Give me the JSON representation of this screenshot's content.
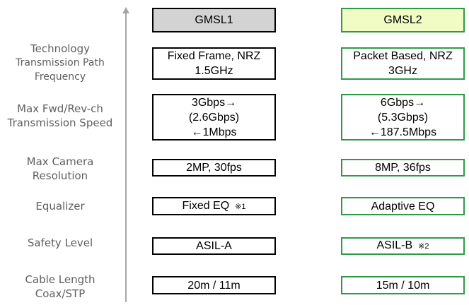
{
  "columns": {
    "gmsl1": {
      "header": "GMSL1",
      "technology": [
        "Fixed Frame, NRZ",
        "1.5GHz"
      ],
      "speed": [
        "3Gbps→",
        "(2.6Gbps)",
        "←1Mbps"
      ],
      "resolution": "2MP, 30fps",
      "equalizer": "Fixed EQ",
      "equalizer_note": "※1",
      "safety": "ASIL-A",
      "cable": "20m / 11m"
    },
    "gmsl2": {
      "header": "GMSL2",
      "technology": [
        "Packet Based, NRZ",
        "3GHz"
      ],
      "speed": [
        "6Gbps→",
        "(5.3Gbps)",
        "←187.5Mbps"
      ],
      "resolution": "8MP, 36fps",
      "equalizer": "Adaptive EQ",
      "safety": "ASIL-B",
      "safety_note": "※2",
      "cable": "15m / 10m"
    }
  },
  "row_labels": {
    "technology": [
      "Technology",
      "Transmission Path",
      "Frequency"
    ],
    "speed": [
      "Max  Fwd/Rev-ch",
      "Transmission Speed"
    ],
    "resolution": [
      "Max Camera",
      "Resolution"
    ],
    "equalizer": "Equalizer",
    "safety": "Safety Level",
    "cable": [
      "Cable Length",
      "Coax/STP"
    ]
  },
  "colors": {
    "gmsl1_border": "#000000",
    "gmsl1_header_fill": "#d3d3d3",
    "gmsl2_border": "#2e9a46",
    "gmsl2_header_fill": "#f1fbc4",
    "label_text": "#5f5f5f",
    "axis": "#a6a6a6"
  }
}
